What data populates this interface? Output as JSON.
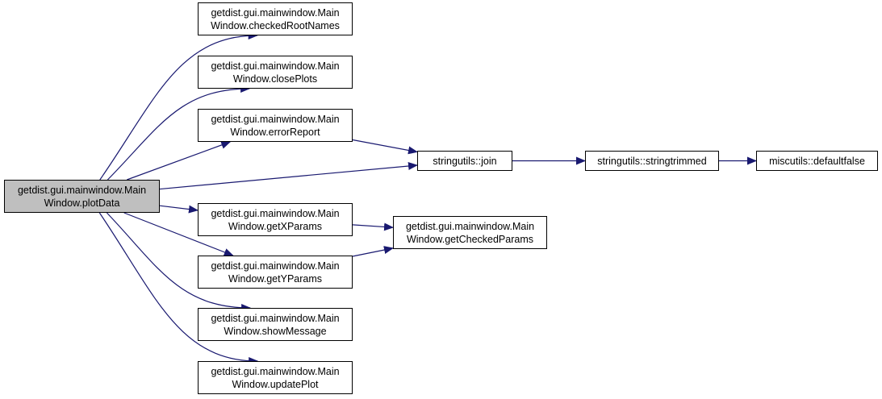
{
  "diagram": {
    "colors": {
      "edge": "#191970",
      "root_fill": "#bfbfbf",
      "node_fill": "#ffffff",
      "border": "#000000"
    },
    "nodes": {
      "plotData": {
        "line1": "getdist.gui.mainwindow.Main",
        "line2": "Window.plotData"
      },
      "checkedRootNames": {
        "line1": "getdist.gui.mainwindow.Main",
        "line2": "Window.checkedRootNames"
      },
      "closePlots": {
        "line1": "getdist.gui.mainwindow.Main",
        "line2": "Window.closePlots"
      },
      "errorReport": {
        "line1": "getdist.gui.mainwindow.Main",
        "line2": "Window.errorReport"
      },
      "getXParams": {
        "line1": "getdist.gui.mainwindow.Main",
        "line2": "Window.getXParams"
      },
      "getYParams": {
        "line1": "getdist.gui.mainwindow.Main",
        "line2": "Window.getYParams"
      },
      "showMessage": {
        "line1": "getdist.gui.mainwindow.Main",
        "line2": "Window.showMessage"
      },
      "updatePlot": {
        "line1": "getdist.gui.mainwindow.Main",
        "line2": "Window.updatePlot"
      },
      "join": {
        "line1": "stringutils::join"
      },
      "stringtrimmed": {
        "line1": "stringutils::stringtrimmed"
      },
      "defaultfalse": {
        "line1": "miscutils::defaultfalse"
      },
      "getCheckedParams": {
        "line1": "getdist.gui.mainwindow.Main",
        "line2": "Window.getCheckedParams"
      }
    },
    "edges": [
      [
        "plotData",
        "checkedRootNames"
      ],
      [
        "plotData",
        "closePlots"
      ],
      [
        "plotData",
        "errorReport"
      ],
      [
        "plotData",
        "join"
      ],
      [
        "plotData",
        "getXParams"
      ],
      [
        "plotData",
        "getYParams"
      ],
      [
        "plotData",
        "showMessage"
      ],
      [
        "plotData",
        "updatePlot"
      ],
      [
        "errorReport",
        "join"
      ],
      [
        "join",
        "stringtrimmed"
      ],
      [
        "stringtrimmed",
        "defaultfalse"
      ],
      [
        "getXParams",
        "getCheckedParams"
      ],
      [
        "getYParams",
        "getCheckedParams"
      ]
    ]
  }
}
